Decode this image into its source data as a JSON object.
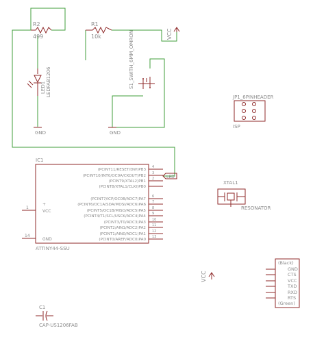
{
  "components": {
    "r2": {
      "name": "R2",
      "value": "499"
    },
    "r1": {
      "name": "R1",
      "value": "10k"
    },
    "led1": {
      "name": "LED1",
      "value": "LEDFAB1206"
    },
    "s1": {
      "name": "S1_SWITH_6MM_OMRON"
    },
    "vcc_top": {
      "label": "VCC"
    },
    "gnd_led": {
      "label": "GND"
    },
    "gnd_sw": {
      "label": "GND"
    },
    "jp1": {
      "name": "JP1_6PINHEADER",
      "label": "ISP"
    },
    "ic1": {
      "name": "IC1",
      "value": "ATTINY44-SSU",
      "left_pins": [
        {
          "num": "1",
          "label": "VCC"
        },
        {
          "num": "14",
          "label": "GND"
        }
      ],
      "right_pins": [
        {
          "num": "4",
          "label": "(PCINT11/RESET/DW)PB3"
        },
        {
          "num": "3",
          "label": "(PCINT10/INT0/OC0A/CKOUT)PB2"
        },
        {
          "num": "2",
          "label": "(PCINT9/XTAL2)PB1"
        },
        {
          "num": "",
          "label": "(PCINT8/XTAL1/CLKI)PB0"
        },
        {
          "num": "6",
          "label": "(PCINT7/ICP/OC0B/ADC7)PA7"
        },
        {
          "num": "7",
          "label": "(PCINT6/OC1A/SDA/MOSI/ADC6)PA6"
        },
        {
          "num": "8",
          "label": "(PCINT5/OC1B/MISO/ADC5)PA5"
        },
        {
          "num": "9",
          "label": "(PCINT4/T1/SCL/USCK/ADC4)PA4"
        },
        {
          "num": "10",
          "label": "(PCINT3/T0/ADC3)PA3"
        },
        {
          "num": "11",
          "label": "(PCINT2/AIN1/ADC2)PA2"
        },
        {
          "num": "12",
          "label": "(PCINT1/AIN0/ADC1)PA1"
        },
        {
          "num": "13",
          "label": "(PCINT0/AREF/ADC0)PA0"
        }
      ]
    },
    "led_net": {
      "label": "LED"
    },
    "xtal1": {
      "name": "XTAL1",
      "value": "RESONATOR"
    },
    "vcc_bottom": {
      "label": "VCC"
    },
    "ftdi": {
      "pins": [
        "(Black)",
        "GND",
        "CTS",
        "VCC",
        "TXD",
        "RXD",
        "RTS",
        "(Green)"
      ]
    },
    "c1": {
      "name": "C1",
      "value": "CAP-US1206FAB"
    }
  }
}
